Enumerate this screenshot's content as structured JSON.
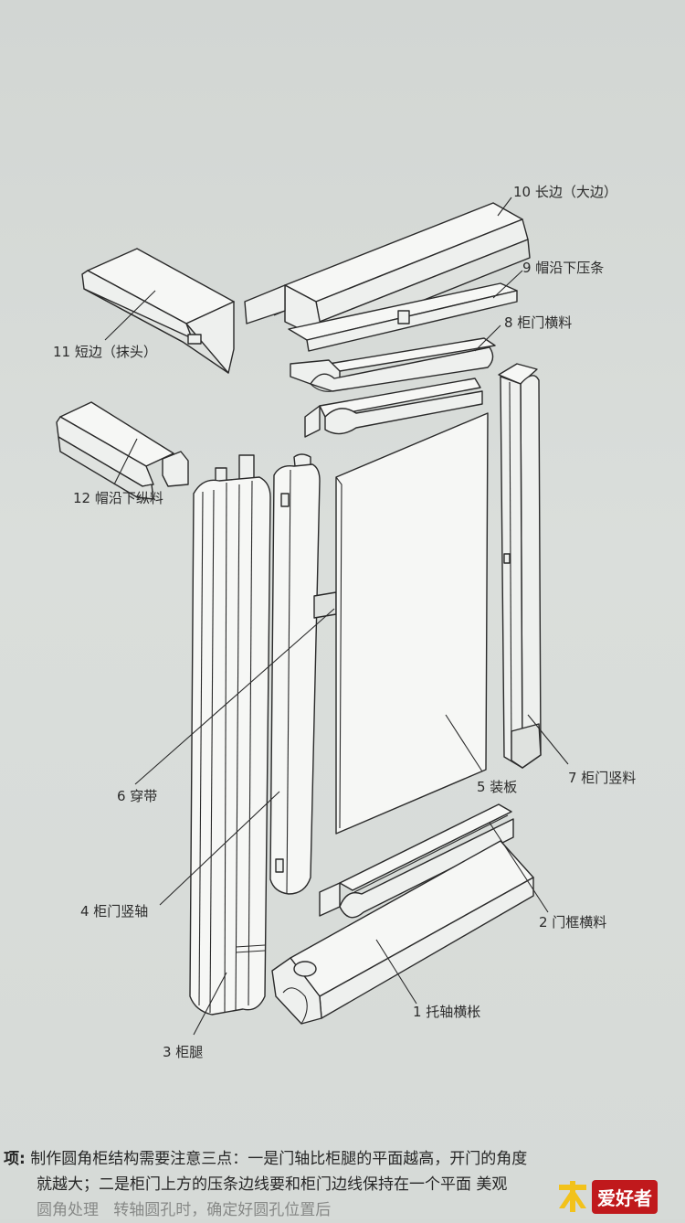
{
  "labels": {
    "l10": "10 长边（大边）",
    "l9": "9 帽沿下压条",
    "l8": "8 柜门横料",
    "l11": "11 短边（抹头）",
    "l12": "12 帽沿下纵料",
    "l6": "6 穿带",
    "l5": "5 装板",
    "l7": "7 柜门竖料",
    "l4": "4 柜门竖轴",
    "l2": "2 门框横料",
    "l1": "1 托轴横枨",
    "l3": "3 柜腿"
  },
  "note": {
    "lead": "项:",
    "line1": "制作圆角柜结构需要注意三点：一是门轴比柜腿的平面越高，开门的角度",
    "line2": "就越大；二是柜门上方的压条边线要和柜门边线保持在一个平面",
    "line2_tail": "美观",
    "line3": "圆角处理",
    "line3_tail": "转轴圆孔时，确定好圆孔位置后"
  },
  "logo": {
    "mark": "木",
    "text": "爱好者"
  },
  "colors": {
    "ink": "#2a2a2a",
    "paper": "#d6dad7",
    "logo_red": "#c0191c",
    "logo_yellow": "#f2c21b"
  }
}
